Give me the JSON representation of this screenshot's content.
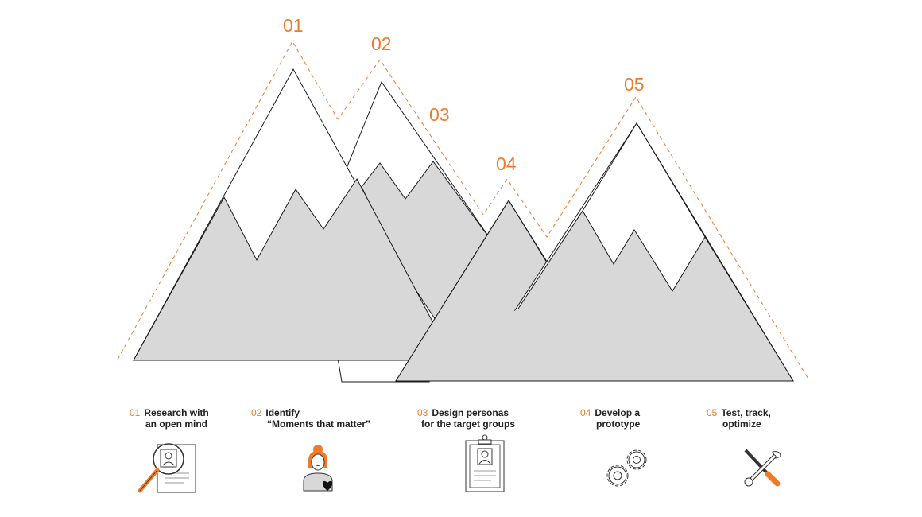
{
  "diagram": {
    "peaks": [
      {
        "number": "01"
      },
      {
        "number": "02"
      },
      {
        "number": "03"
      },
      {
        "number": "04"
      },
      {
        "number": "05"
      }
    ],
    "accent_color": "#f07a2a",
    "mountain_fill": "#d8d8d8",
    "snow_fill": "#ffffff",
    "outline_color": "#1a1a1a"
  },
  "steps": [
    {
      "number": "01",
      "line1": "Research with",
      "line2": "an open mind",
      "icon": "magnifier-profile-icon"
    },
    {
      "number": "02",
      "line1": "Identify",
      "line2": "“Moments that matter”",
      "icon": "person-heart-icon"
    },
    {
      "number": "03",
      "line1": "Design personas",
      "line2": "for the target groups",
      "icon": "clipboard-persona-icon"
    },
    {
      "number": "04",
      "line1": "Develop a",
      "line2": "prototype",
      "icon": "gears-icon"
    },
    {
      "number": "05",
      "line1": "Test, track,",
      "line2": "optimize",
      "icon": "tools-icon"
    }
  ]
}
